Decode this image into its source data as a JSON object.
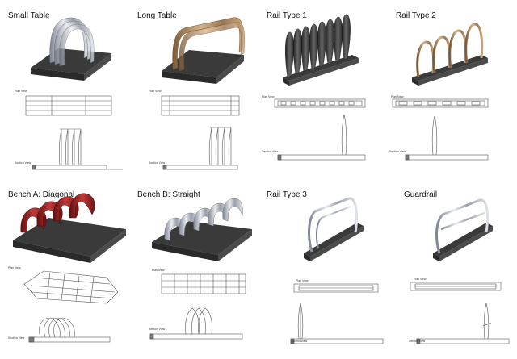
{
  "panels": [
    {
      "title": "Small Table",
      "plan_label": "Plan View",
      "section_label": "Section View"
    },
    {
      "title": "Long Table",
      "plan_label": "Plan View",
      "section_label": "Section View"
    },
    {
      "title": "Rail Type 1",
      "plan_label": "Plan View",
      "section_label": "Section View"
    },
    {
      "title": "Rail Type 2",
      "plan_label": "Plan View",
      "section_label": "Section View"
    },
    {
      "title": "Bench A: Diagonal",
      "plan_label": "Plan View",
      "section_label": "Section View"
    },
    {
      "title": "Bench B: Straight",
      "plan_label": "Plan View",
      "section_label": "Section View"
    },
    {
      "title": "Rail Type 3",
      "plan_label": "Plan View",
      "section_label": "Section View"
    },
    {
      "title": "Guardrail",
      "plan_label": "Plan View",
      "section_label": "Section View"
    }
  ],
  "colors": {
    "base": "#2e2e2e",
    "base_side": "#4a4a4a",
    "silver": "#b8bcc4",
    "bronze": "#b08a60",
    "dark_metal": "#333333",
    "red": "#9a1c1c",
    "line": "#555555"
  }
}
